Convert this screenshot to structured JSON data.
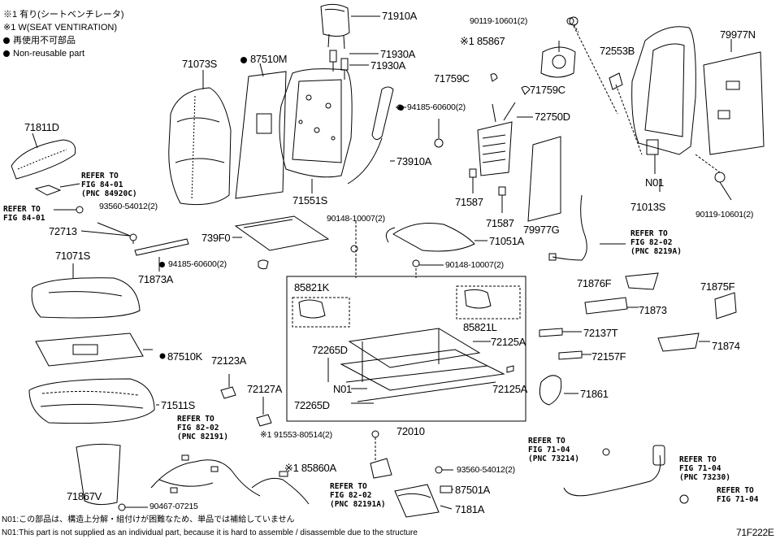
{
  "legend": {
    "line1": "※1 有り(シートベンチレータ)",
    "line2": "※1 W(SEAT VENTIRATION)",
    "line3": "再使用不可部品",
    "line4": "Non-reusable part"
  },
  "footer": {
    "note_jp": "N01:この部品は、構造上分解・組付けが困難なため、単品では補給していません",
    "note_en": "N01:This part is not supplied as an individual part, because it is hard to assemble / disassemble due to the structure",
    "diagram_code": "71F222E"
  },
  "parts": {
    "p71910A": "71910A",
    "p71930A_1": "71930A",
    "p71930A_2": "71930A",
    "p87510M": "87510M",
    "p71073S": "71073S",
    "p71811D": "71811D",
    "p71551S": "71551S",
    "p94185a": "94185-60600(2)",
    "p73910A": "73910A",
    "p90119a": "90119-10601(2)",
    "p185867": "※1 85867",
    "p72553B": "72553B",
    "p79977N": "79977N",
    "p71759C_1": "71759C",
    "p71759C_2": "71759C",
    "p72750D": "72750D",
    "p71587_1": "71587",
    "p71587_2": "71587",
    "p79977G": "79977G",
    "pN01a": "N01",
    "p71013S": "71013S",
    "p90119b": "90119-10601(2)",
    "p93560a": "93560-54012(2)",
    "p72713": "72713",
    "p739F0": "739F0",
    "p94185b": "94185-60600(2)",
    "p71873A": "71873A",
    "p90148a": "90148-10007(2)",
    "p71051A": "71051A",
    "p90148b": "90148-10007(2)",
    "p71071S": "71071S",
    "p85821K": "85821K",
    "p85821L": "85821L",
    "p71876F": "71876F",
    "p71875F": "71875F",
    "p71873": "71873",
    "p87510K": "87510K",
    "p72265D_1": "72265D",
    "p72125A_1": "72125A",
    "p72137T": "72137T",
    "p71874": "71874",
    "p72123A": "72123A",
    "p72157F": "72157F",
    "pN01b": "N01",
    "p72127A": "72127A",
    "p72125A_2": "72125A",
    "p71861": "71861",
    "p71511S": "71511S",
    "p72265D_2": "72265D",
    "p72010": "72010",
    "p191553": "※1 91553-80514(2)",
    "p185860A": "※1 85860A",
    "p93560b": "93560-54012(2)",
    "p87501A": "87501A",
    "p71867V": "71867V",
    "p90467": "90467-07215",
    "p7181A": "7181A"
  },
  "refs": {
    "r1": "REFER TO\nFIG 84-01\n(PNC 84920C)",
    "r2": "REFER TO\nFIG 84-01",
    "r3": "REFER TO\nFIG 82-02\n(PNC 8219A)",
    "r4": "REFER TO\nFIG 82-02\n(PNC 82191)",
    "r5": "REFER TO\nFIG 82-02\n(PNC 82191A)",
    "r6": "REFER TO\nFIG 71-04\n(PNC 73214)",
    "r7": "REFER TO\nFIG 71-04\n(PNC 73230)",
    "r8": "REFER TO\nFIG 71-04"
  }
}
